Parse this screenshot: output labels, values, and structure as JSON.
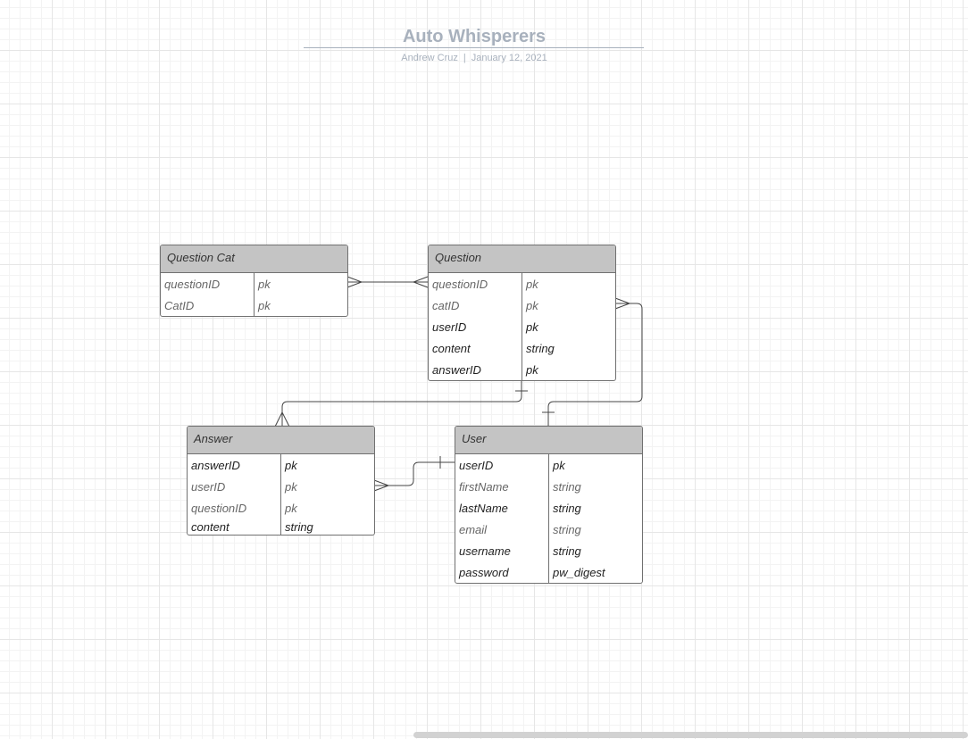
{
  "document": {
    "title": "Auto Whisperers",
    "author": "Andrew Cruz",
    "date": "January 12, 2021"
  },
  "entities": {
    "question_cat": {
      "name": "Question Cat",
      "fields": [
        {
          "name": "questionID",
          "type": "pk"
        },
        {
          "name": "CatID",
          "type": "pk"
        }
      ]
    },
    "question": {
      "name": "Question",
      "fields": [
        {
          "name": "questionID",
          "type": "pk"
        },
        {
          "name": "catID",
          "type": "pk"
        },
        {
          "name": "userID",
          "type": "pk"
        },
        {
          "name": "content",
          "type": "string"
        },
        {
          "name": "answerID",
          "type": "pk"
        }
      ]
    },
    "answer": {
      "name": "Answer",
      "fields": [
        {
          "name": "answerID",
          "type": "pk"
        },
        {
          "name": "userID",
          "type": "pk"
        },
        {
          "name": "questionID",
          "type": "pk"
        },
        {
          "name": "content",
          "type": "string"
        }
      ]
    },
    "user": {
      "name": "User",
      "fields": [
        {
          "name": "userID",
          "type": "pk"
        },
        {
          "name": "firstName",
          "type": "string"
        },
        {
          "name": "lastName",
          "type": "string"
        },
        {
          "name": "email",
          "type": "string"
        },
        {
          "name": "username",
          "type": "string"
        },
        {
          "name": "password",
          "type": "pw_digest"
        }
      ]
    }
  },
  "relationships": [
    {
      "from": "Question Cat",
      "to": "Question",
      "from_end": "many",
      "to_end": "many"
    },
    {
      "from": "Question",
      "to": "Answer",
      "from_end": "one",
      "to_end": "many"
    },
    {
      "from": "Question",
      "to": "User",
      "from_end": "many",
      "to_end": "one"
    },
    {
      "from": "Answer",
      "to": "User",
      "from_end": "many",
      "to_end": "one"
    }
  ],
  "colors": {
    "grid": "#e6e6e6",
    "entity_header": "#c4c4c4",
    "entity_border": "#707070",
    "title": "#a8b1bd"
  }
}
